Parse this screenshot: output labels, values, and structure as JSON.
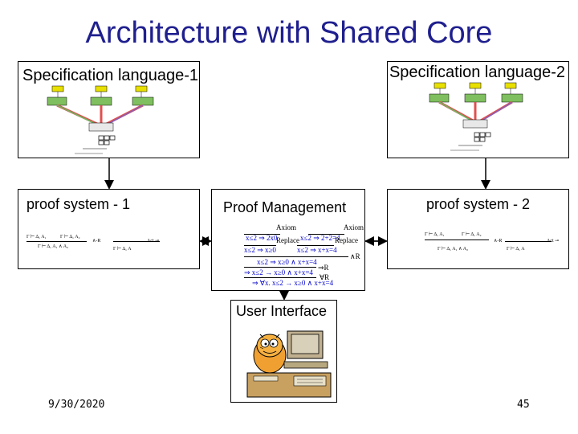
{
  "title": "Architecture with Shared Core",
  "spec1": {
    "label": "Specification language-1"
  },
  "spec2": {
    "label": "Specification language-2"
  },
  "proof1": {
    "label": "proof system - 1",
    "seq_a": "Γ ⊢ Δ, A₁",
    "seq_b": "Γ ⊢ Δ, A₂",
    "seq_c": "Γ ⊢ Δ, A₁ ∧ A₂",
    "seq_d": "Γ ⊢ Δ, A",
    "rule": "∧-R",
    "act": "Act ⊸"
  },
  "proof2": {
    "label": "proof system - 2",
    "seq_a": "Γ ⊢ Δ, A₁",
    "seq_b": "Γ ⊢ Δ, A₂",
    "seq_c": "Γ ⊢ Δ, A₁ ∧ A₂",
    "seq_d": "Γ ⊢ Δ, A",
    "rule": "∧-R",
    "act": "Act ⊸"
  },
  "proof_mgmt": {
    "label": "Proof Management",
    "axiom1": "Axiom",
    "axiom2": "Axiom",
    "line1": "x≤2 ⇒ 2x0",
    "line2": "x≤2 ⇒ 2+2=4",
    "replace1": "Replace",
    "replace2": "Replace",
    "line3": "x≤2 ⇒ x≥0",
    "line4": "x≤2 ⇒ x+x=4",
    "rule1": "∧R",
    "line5": "x≤2 ⇒ x≥0 ∧ x+x=4",
    "rule2": "⇒R",
    "line6": "⇒ x≤2 → x≥0 ∧ x+x=4",
    "rule3": "∀R",
    "line7": "⇒ ∀x. x≤2 → x≥0 ∧ x+x=4"
  },
  "user_interface": {
    "label": "User Interface"
  },
  "footer": {
    "date": "9/30/2020",
    "page": "45"
  }
}
